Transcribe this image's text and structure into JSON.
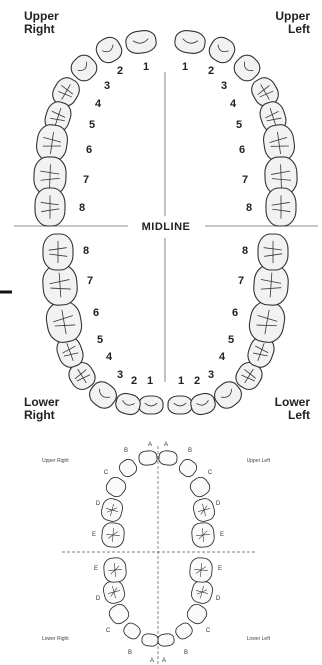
{
  "upper_chart": {
    "labels": {
      "upper_right": [
        "Upper",
        "Right"
      ],
      "upper_left": [
        "Upper",
        "Left"
      ],
      "lower_right": [
        "Lower",
        "Right"
      ],
      "lower_left": [
        "Lower",
        "Left"
      ],
      "midline": "MIDLINE"
    },
    "tooth_numbers": [
      "1",
      "2",
      "3",
      "4",
      "5",
      "6",
      "7",
      "8"
    ]
  },
  "lower_chart": {
    "labels": {
      "upper_right": "Upper Right",
      "upper_left": "Upper Left",
      "lower_right": "Lower Right",
      "lower_left": "Lower Left"
    },
    "tooth_letters": [
      "A",
      "B",
      "C",
      "D",
      "E"
    ]
  }
}
